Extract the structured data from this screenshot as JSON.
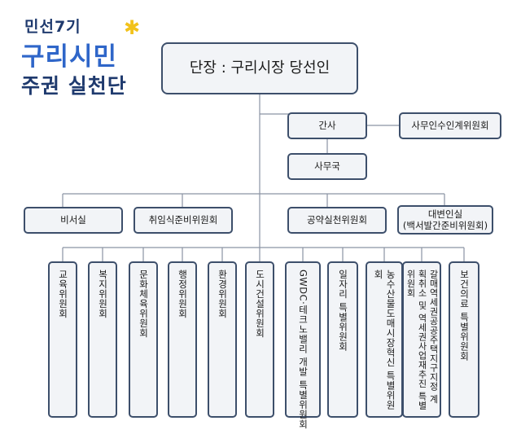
{
  "logo": {
    "line1": "민선7기",
    "line2": "구리시민",
    "line3": "주권 실천단"
  },
  "org": {
    "head": "단장 : 구리시장 당선인",
    "secretary": "간사",
    "transition_committee": "사무인수인계위원회",
    "office": "사무국",
    "level2": {
      "secretary_office": "비서실",
      "inauguration_committee": "취임식준비위원회",
      "pledge_committee": "공약실천위원회",
      "spokesperson": "대변인실",
      "white_paper_committee": "(백서발간준비위원회)"
    },
    "committees": [
      "교육위원회",
      "복지위원회",
      "문화체육위원회",
      "행정위원회",
      "환경위원회",
      "도시건설위원회",
      "GWDC·테크노밸리 개발 특별위원회",
      "일자리 특별위원회",
      "농수산물도매시장혁신 특별위원회",
      "갈매역세권공공주택지구지정 계획취소 및 역세권사업재추진 특별위원회",
      "보건의료 특별위원회"
    ]
  }
}
